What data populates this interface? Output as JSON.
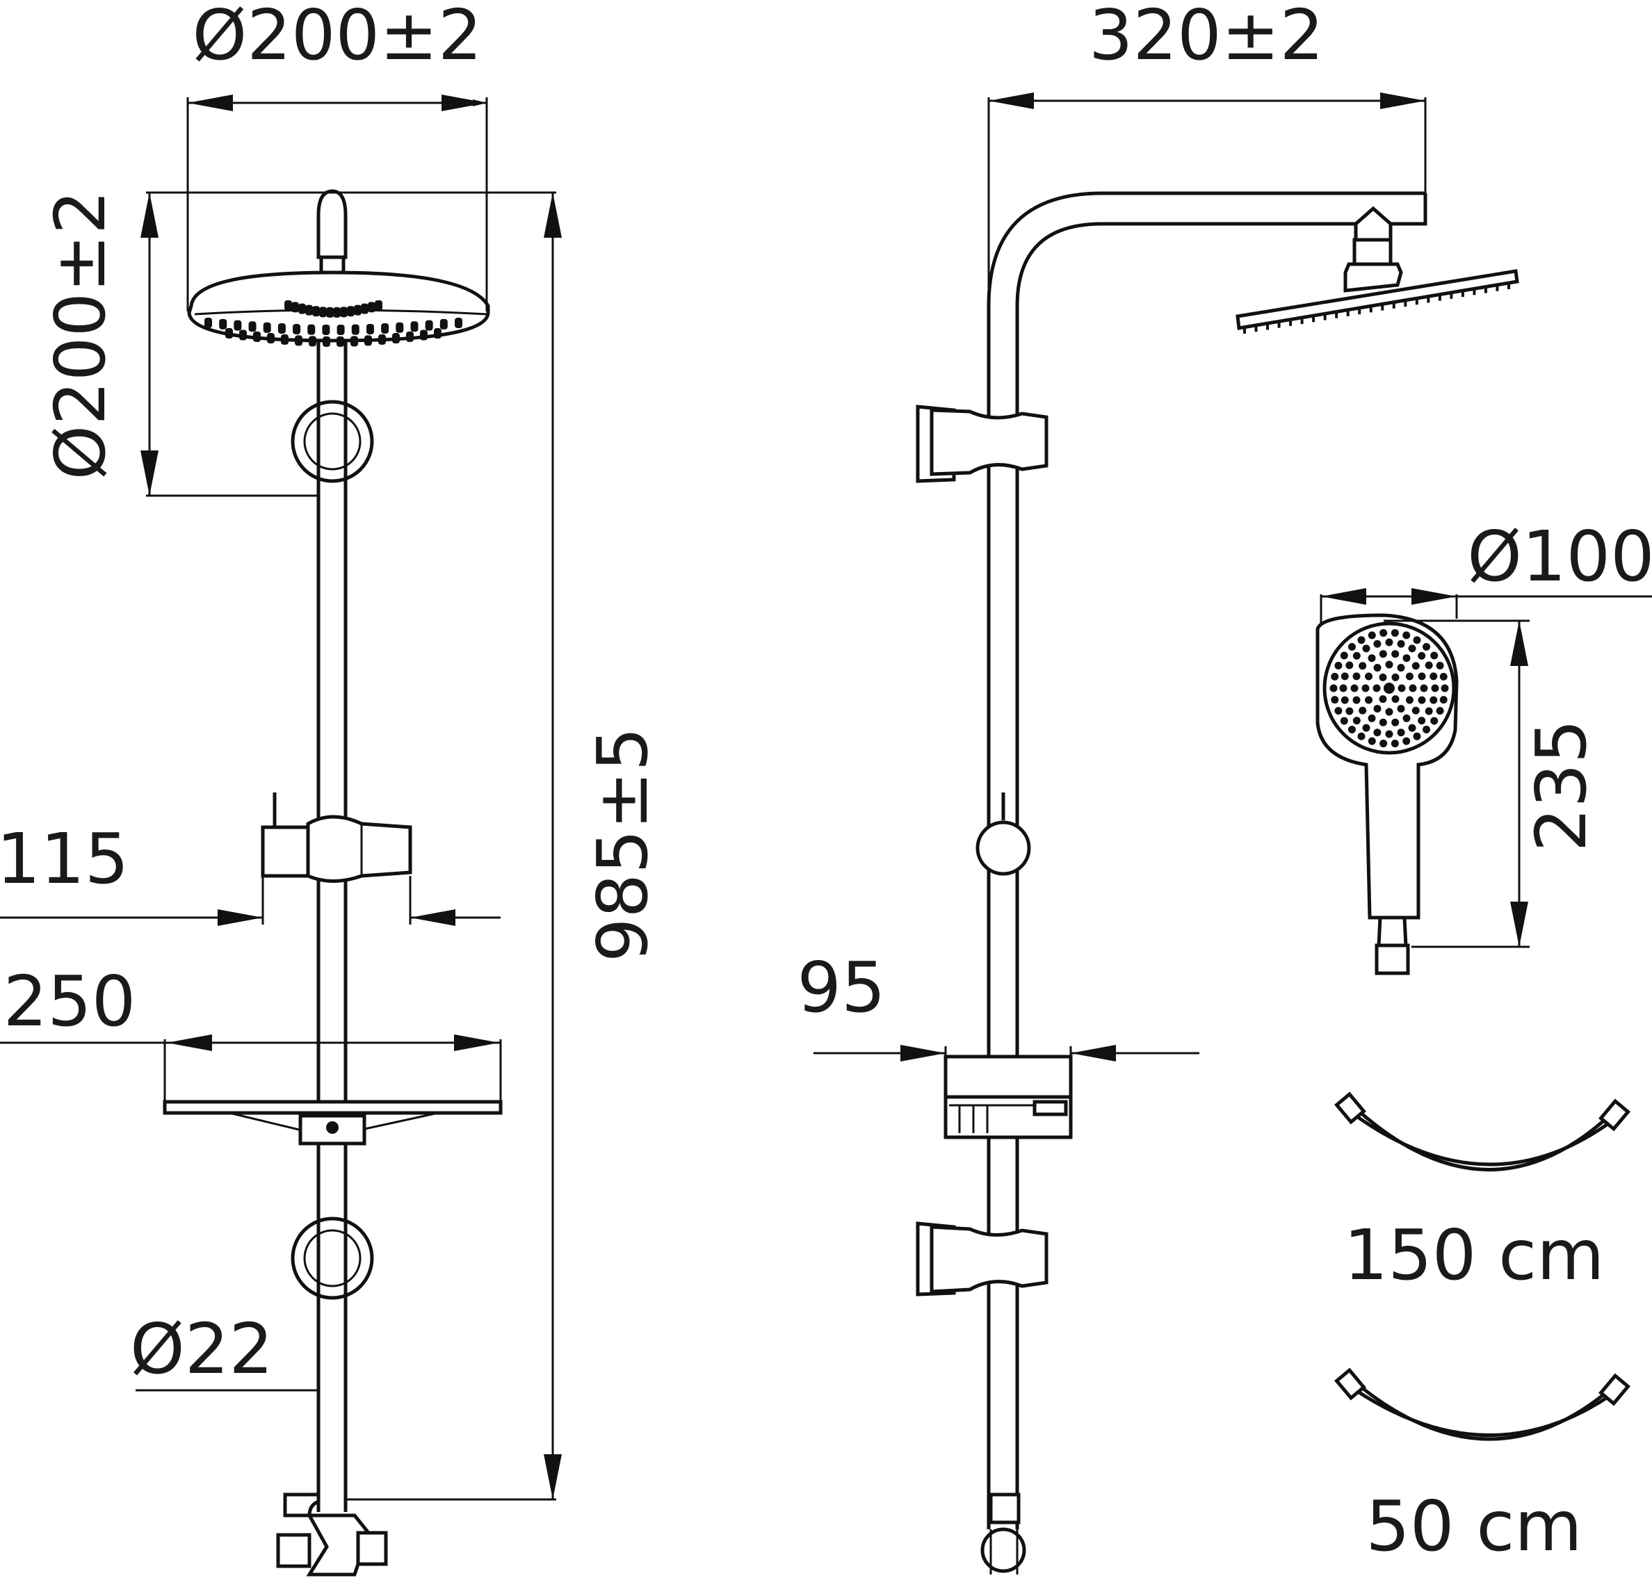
{
  "dimensions": {
    "rain_head_width": "Ø200±2",
    "rain_head_height": "Ø200±2",
    "arm_length": "320±2",
    "total_height": "985±5",
    "holder_width": "115",
    "shelf_width": "250",
    "pipe_diameter": "Ø22",
    "side_shelf_width": "95",
    "hand_shower_diameter": "Ø100",
    "hand_shower_length": "235"
  },
  "hoses": {
    "long": "150 cm",
    "short": "50 cm"
  }
}
